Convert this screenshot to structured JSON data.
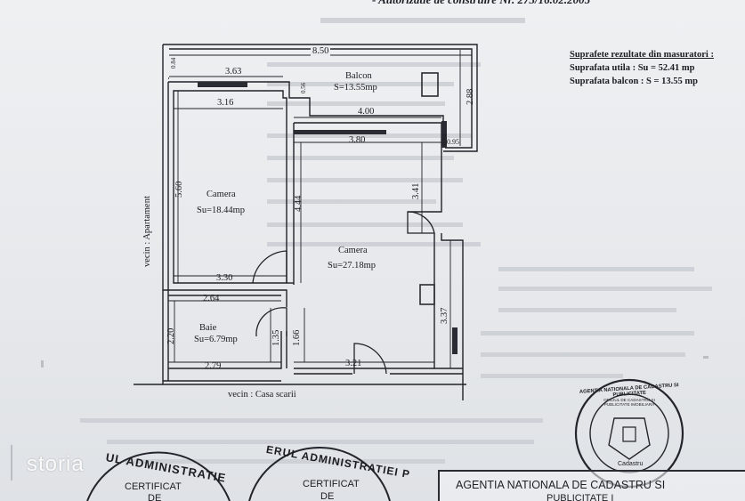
{
  "header_partial": "- Autorizatie de construire Nr. 273/16.02.2005",
  "summary": {
    "title": "Suprafete rezultate din masuratori :",
    "line1": "Suprafata utila : Su = 52.41 mp",
    "line2": "Suprafata balcon : S = 13.55 mp"
  },
  "rooms": {
    "balcon_name": "Balcon",
    "balcon_area": "S=13.55mp",
    "camera1_name": "Camera",
    "camera1_area": "Su=18.44mp",
    "camera2_name": "Camera",
    "camera2_area": "Su=27.18mp",
    "baie_name": "Baie",
    "baie_area": "Su=6.79mp"
  },
  "dimensions": {
    "d_850": "8.50",
    "d_363": "3.63",
    "d_316": "3.16",
    "d_400": "4.00",
    "d_380": "3.80",
    "d_288": "2.88",
    "d_084a": "0.84",
    "d_056": "0.56",
    "d_084b": "0.84",
    "d_095": "0.95",
    "d_560": "5.60",
    "d_444": "4.44",
    "d_341": "3.41",
    "d_330": "3.30",
    "d_264": "2.64",
    "d_220": "2.20",
    "d_135": "1.35",
    "d_166": "1.66",
    "d_337": "3.37",
    "d_279": "2.79",
    "d_321": "3.21"
  },
  "neighbors": {
    "left": "vecin : Apartament",
    "bottom": "vecin : Casa scarii"
  },
  "stamps": {
    "left_arc": "UL ADMINISTRATIE",
    "left_sub1": "CERTIFICAT",
    "left_sub2": "DE",
    "mid_arc": "ERUL ADMINISTRATIEI P",
    "mid_sub1": "CERTIFICAT",
    "mid_sub2": "DE",
    "round_arc": "AGENTIA NATIONALA DE CADASTRU SI PUBLICITATE",
    "round_inner": "OFICIUL DE CADASTRU SI PUBLICITATE IMOBILIARA",
    "round_center": "Cadastru",
    "box": "AGENTIA NATIONALA DE CADASTRU SI",
    "box_sub": "PUBLICITATE I"
  },
  "watermark": "storia"
}
